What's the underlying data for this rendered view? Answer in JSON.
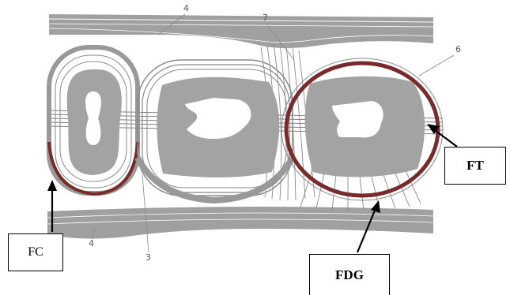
{
  "labels": {
    "ft": "FT",
    "fc": "FC",
    "fdg": "FDG"
  },
  "numbers": {
    "top_gingiva": "4",
    "bottom_gingiva": "4",
    "transseptal": "7",
    "circular": "6",
    "lower_fibers": "3"
  },
  "colors": {
    "tissue_gray": "#9a9a9a",
    "tooth_gray": "#a3a3a3",
    "fiber_red": "#7a2a2a",
    "line_gray": "#8a8a8a"
  }
}
